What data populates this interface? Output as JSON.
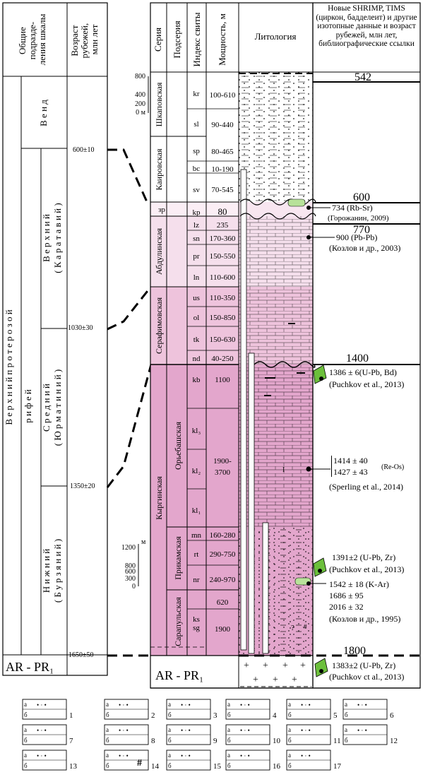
{
  "left_table": {
    "header_col1": [
      "Общие",
      "подразде-",
      "ления шкалы"
    ],
    "header_col2": [
      "Возраст",
      "рубежей,",
      "млн лет"
    ],
    "eon": "В е р х н и й   п р о т е р о з о й",
    "eon_sub": "р и ф е й",
    "vend": "В е н д",
    "upper": "В е р х н и й",
    "upper_sub": "( К а р а т а в и й )",
    "middle": "С р е д н и й",
    "middle_sub": "( Ю р м а т и н и й )",
    "lower": "Н и ж н и й",
    "lower_sub": "( Б у р з я н и й )",
    "ages": [
      "600±10",
      "1030±30",
      "1350±20",
      "1650±50"
    ],
    "base": "AR - PR₁"
  },
  "main_table": {
    "headers": [
      "Серия",
      "Подсерия",
      "Индекс свиты",
      "Мощность, м",
      "Литология",
      "Новые SHRIMP, TIMS (циркон, бадделеит) и другие изотопные данные и возраст рубежей, млн лет, библиографические ссылки"
    ],
    "series": [
      "Шкаповская",
      "Каировская",
      "зр",
      "Абдулинская",
      "Серафимовская",
      "Кыргинская"
    ],
    "subseries": [
      "Орьебашская",
      "Прикамская",
      "Сарапульская"
    ],
    "formations": [
      {
        "idx": "kr",
        "th": "100-610"
      },
      {
        "idx": "sl",
        "th": "90-440"
      },
      {
        "idx": "sp",
        "th": "80-465"
      },
      {
        "idx": "bc",
        "th": "10-190"
      },
      {
        "idx": "sv",
        "th": "70-545"
      },
      {
        "idx": "kp",
        "th": "80"
      },
      {
        "idx": "lz",
        "th": "235"
      },
      {
        "idx": "sn",
        "th": "170-360"
      },
      {
        "idx": "pr",
        "th": "150-550"
      },
      {
        "idx": "ln",
        "th": "110-600"
      },
      {
        "idx": "us",
        "th": "110-350"
      },
      {
        "idx": "ol",
        "th": "150-850"
      },
      {
        "idx": "tk",
        "th": "150-630"
      },
      {
        "idx": "nd",
        "th": "40-250"
      },
      {
        "idx": "kb",
        "th": "1100"
      },
      {
        "idx": "kl₃",
        "th": ""
      },
      {
        "idx": "kl₂",
        "th": "1900-"
      },
      {
        "idx": "kl₁",
        "th": "3700"
      },
      {
        "idx": "mn",
        "th": "160-280"
      },
      {
        "idx": "rt",
        "th": "290-750"
      },
      {
        "idx": "nr",
        "th": "240-970"
      },
      {
        "idx": "ks",
        "th": "620"
      },
      {
        "idx": "sg",
        "th": "1900"
      }
    ],
    "scale_top": [
      "800",
      "400",
      "200",
      "0 м"
    ],
    "scale_mid": [
      "м",
      "1200",
      "800",
      "600",
      "300",
      "0"
    ],
    "base": "AR - PR₁"
  },
  "ages_right": [
    "542",
    "600",
    "770",
    "1400",
    "1800"
  ],
  "refs": [
    "734 (Rb-Sr)",
    "(Горожанин, 2009)",
    "900 (Pb-Pb)",
    "(Козлов и др., 2003)",
    "1386 ± 6(U-Pb, Bd)",
    "(Puchkov et al., 2013)",
    "1414 ± 40",
    "1427 ± 43",
    "(Re-Os)",
    "(Sperling et al., 2014)",
    "1391±2 (U-Pb, Zr)",
    "(Puchkov et al., 2013)",
    "1542 ± 18 (K-Ar)",
    "1686 ± 95",
    "2016 ± 32",
    "(Козлов и др., 1995)",
    "1383±2 (U-Pb, Zr)",
    "(Puchkov ct al., 2013)"
  ],
  "legend": [
    "1",
    "2",
    "3",
    "4",
    "5",
    "6",
    "7",
    "8",
    "9",
    "10",
    "11",
    "12",
    "13",
    "14",
    "15",
    "16",
    "17"
  ],
  "legend_ab": [
    "а",
    "б"
  ],
  "legend_hash": "#",
  "colors": {
    "pink_dark": "#e3a6cc",
    "pink_mid": "#eec3dc",
    "pink_light": "#f5dfec",
    "green": "#6cbf3c"
  }
}
